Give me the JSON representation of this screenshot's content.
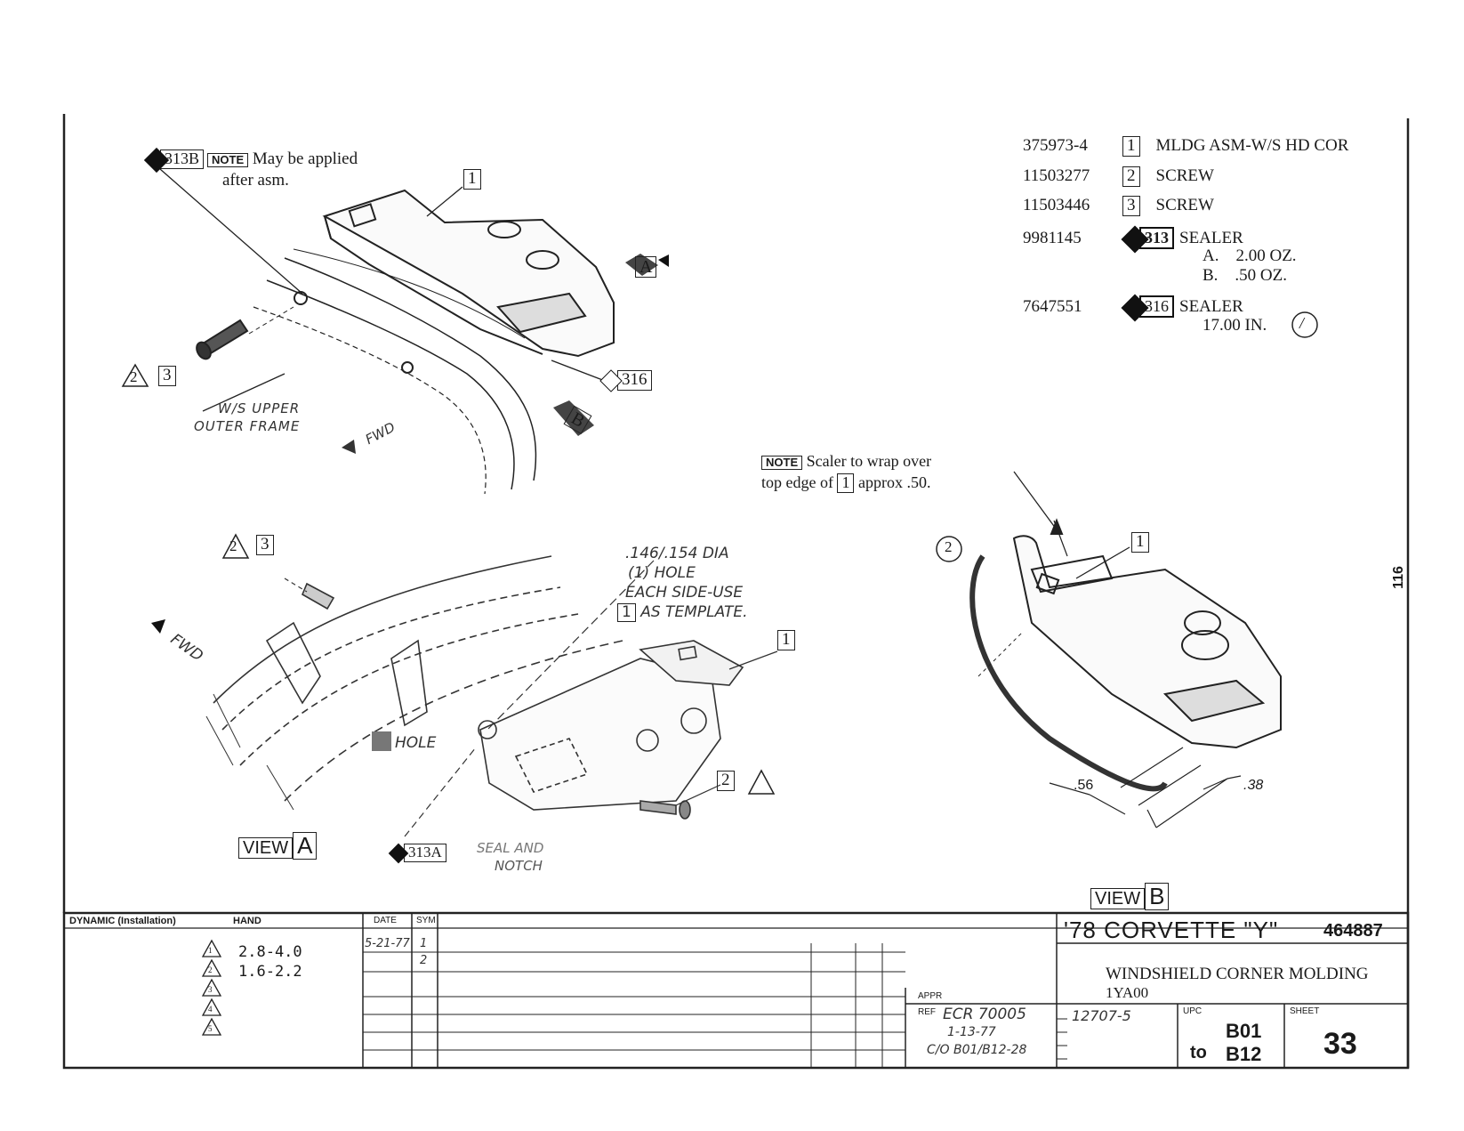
{
  "parts_list": [
    {
      "part_no": "375973-4",
      "index": "1",
      "description": "MLDG ASM-W/S HD COR"
    },
    {
      "part_no": "11503277",
      "index": "2",
      "description": "SCREW"
    },
    {
      "part_no": "11503446",
      "index": "3",
      "description": "SCREW"
    },
    {
      "part_no": "9981145",
      "index": "313",
      "description": "SEALER",
      "sub": [
        "A.    2.00 OZ.",
        "B.    .50 OZ."
      ]
    },
    {
      "part_no": "7647551",
      "index": "316",
      "description": "SEALER",
      "sub": [
        "17.00 IN."
      ],
      "revision_mark": "/"
    }
  ],
  "callouts": {
    "tag_313b": "313B",
    "note_label": "NOTE",
    "note_applied": "May be applied",
    "note_applied_2": "after asm.",
    "item_1": "1",
    "item_2": "2",
    "item_3": "3",
    "triangle_2": "2",
    "tag_316": "316",
    "view_a_flag": "A",
    "view_b_flag": "B",
    "ws_frame_1": "W/S UPPER",
    "ws_frame_2": "OUTER FRAME",
    "fwd": "FWD",
    "note_scaler_1": "Scaler to wrap over",
    "note_scaler_2a": "top edge of",
    "note_scaler_2b": "approx .50.",
    "circle_2": "2",
    "hole_dia_1": ".146/.154 DIA",
    "hole_dia_2": "(1) HOLE",
    "hole_dia_3": "EACH SIDE-USE",
    "hole_dia_4": "AS TEMPLATE.",
    "hole": "HOLE",
    "tag_313a": "313A",
    "seal_notch_1": "SEAL AND",
    "seal_notch_2": "NOTCH",
    "view_label": "VIEW",
    "view_a": "A",
    "view_b": "B",
    "dim_56": ".56",
    "dim_38": ".38",
    "page_side_number": "116"
  },
  "title_block": {
    "dynamic_label": "DYNAMIC (Installation)",
    "hand_label": "HAND",
    "date_label": "DATE",
    "sym_label": "SYM",
    "date_1": "5-21-77",
    "sym_1": "1",
    "sym_2": "2",
    "torque_values": [
      "2.8-4.0",
      "1.6-2.2",
      "",
      "",
      ""
    ],
    "torque_indices": [
      "1",
      "2",
      "3",
      "4",
      "5"
    ],
    "model": "'78 CORVETTE \"Y\"",
    "drawing_no": "464887",
    "title": "WINDSHIELD CORNER MOLDING",
    "sub_title": "1YA00",
    "appr_label": "APPR",
    "ref_label": "REF",
    "ref_value": "ECR 70005",
    "ref_date": "1-13-77",
    "ref_co": "C/O B01/B12-28",
    "supersede": "12707-5",
    "upc_label": "UPC",
    "upc_from": "B01",
    "upc_to_word": "to",
    "upc_to": "B12",
    "sheet_label": "SHEET",
    "sheet_no": "33"
  }
}
